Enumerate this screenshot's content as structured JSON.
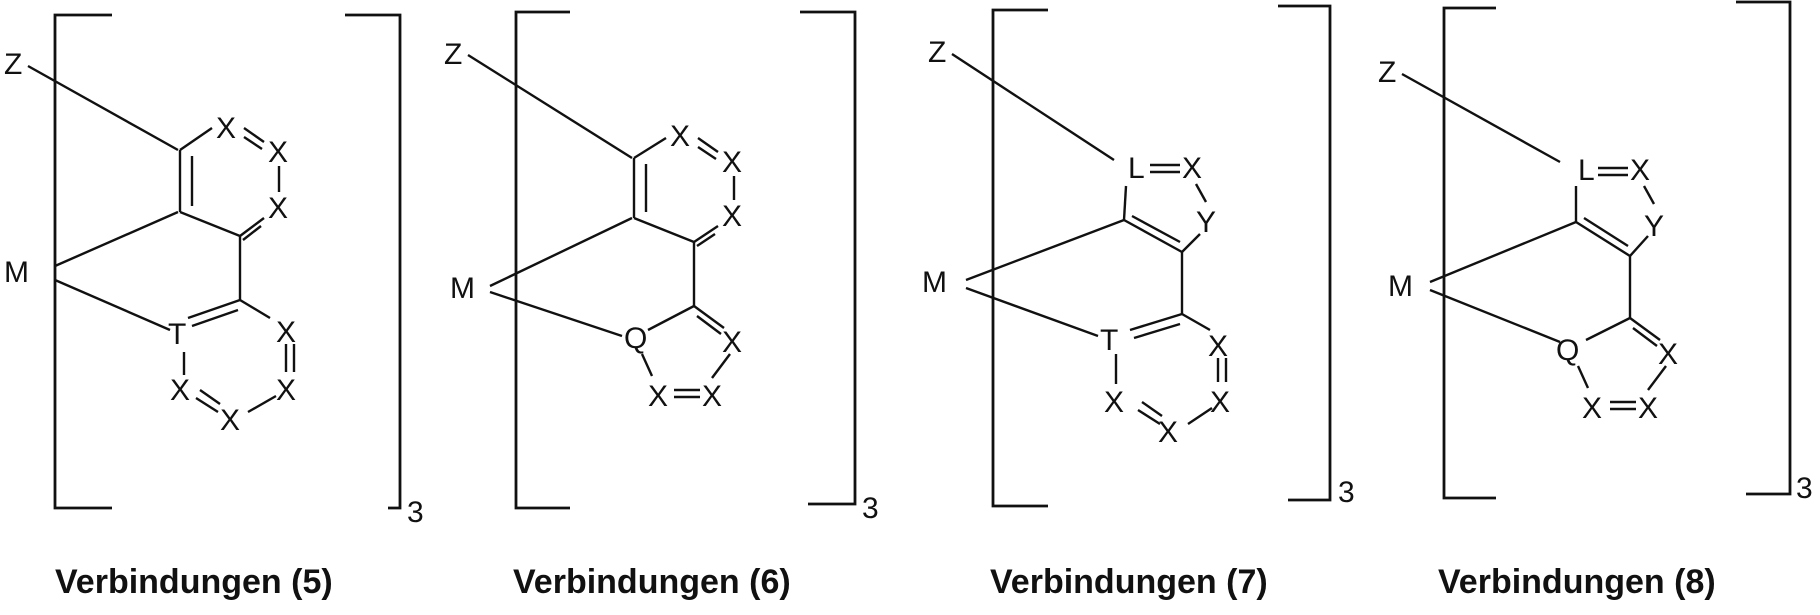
{
  "captions": [
    "Verbindungen (5)",
    "Verbindungen (6)",
    "Verbindungen (7)",
    "Verbindungen (8)"
  ],
  "subscript": "3",
  "atoms": {
    "z": "Z",
    "m": "M",
    "x": "X",
    "t": "T",
    "q": "Q",
    "l": "L",
    "y": "Y"
  }
}
